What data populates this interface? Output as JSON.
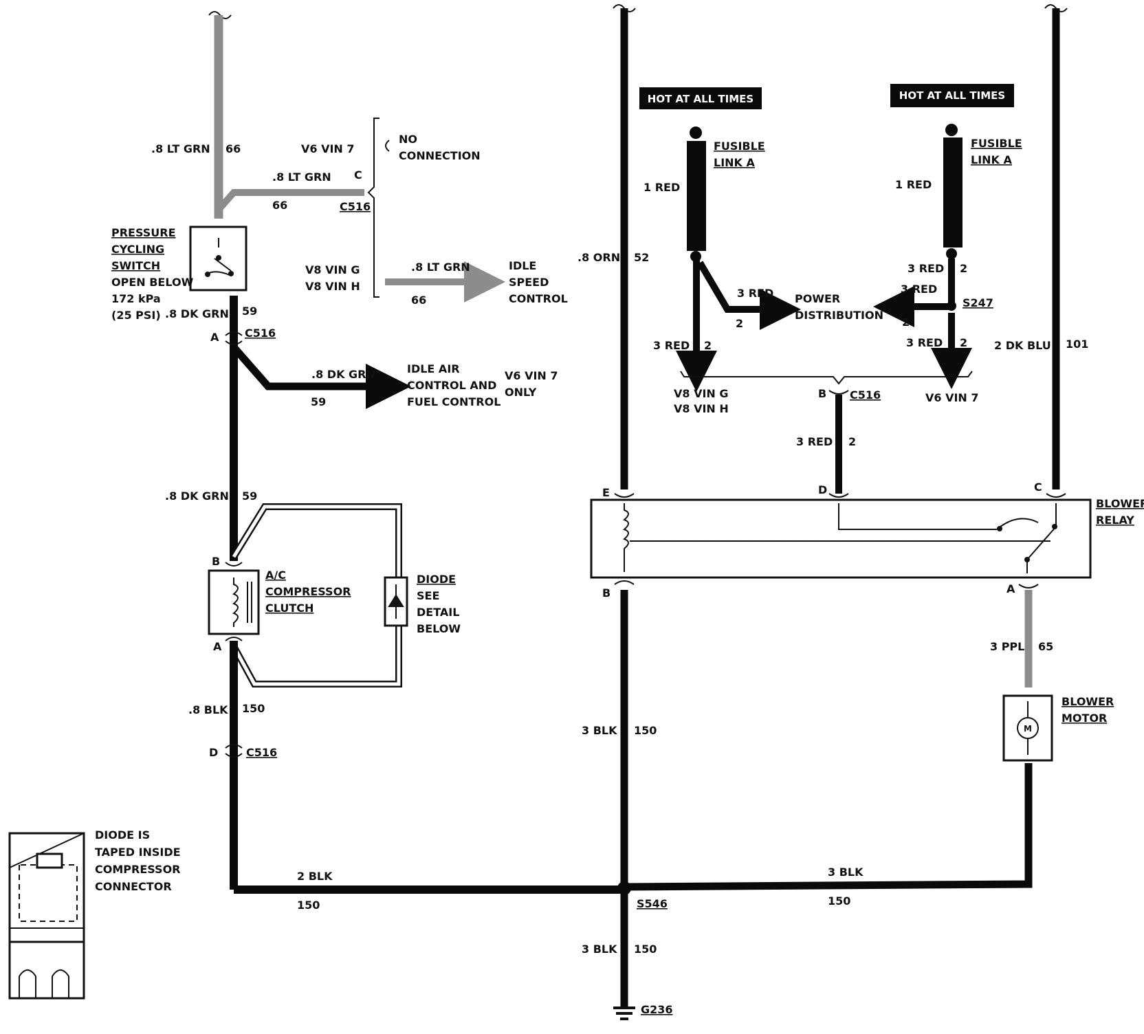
{
  "diagram": {
    "hot_tag_left": "HOT AT ALL TIMES",
    "hot_tag_right": "HOT AT ALL TIMES",
    "left": {
      "wire_top": {
        "gauge": ".8 LT GRN",
        "circuit": "66"
      },
      "v6vin7": "V6 VIN 7",
      "no_connection_1": "NO",
      "no_connection_2": "CONNECTION",
      "branch_gauge": ".8 LT GRN",
      "branch_circuit": "66",
      "pin_c": "C",
      "c516_1": "C516",
      "v8ving": "V8 VIN G",
      "v8vinh": "V8 VIN H",
      "isc_gauge": ".8 LT GRN",
      "isc_circuit": "66",
      "isc_1": "IDLE",
      "isc_2": "SPEED",
      "isc_3": "CONTROL",
      "pcs_1": "PRESSURE",
      "pcs_2": "CYCLING",
      "pcs_3": "SWITCH",
      "pcs_4": "OPEN BELOW",
      "pcs_5": "172 kPa",
      "pcs_6": "(25 PSI)",
      "dkgrn_1": ".8 DK GRN",
      "dkgrn_1_circuit": "59",
      "pin_a": "A",
      "c516_2": "C516",
      "iac_gauge": ".8 DK GRN",
      "iac_circuit": "59",
      "iac_1": "IDLE AIR",
      "iac_2": "CONTROL AND",
      "iac_3": "FUEL CONTROL",
      "iac_4": "V6 VIN 7",
      "iac_5": "ONLY",
      "dkgrn_2": ".8 DK GRN",
      "dkgrn_2_circuit": "59",
      "pin_b": "B",
      "clutch_1": "A/C",
      "clutch_2": "COMPRESSOR",
      "clutch_3": "CLUTCH",
      "pin_a2": "A",
      "diode_1": "DIODE",
      "diode_2": "SEE",
      "diode_3": "DETAIL",
      "diode_4": "BELOW",
      "blk_gauge": ".8 BLK",
      "blk_circuit": "150",
      "pin_d": "D",
      "c516_3": "C516",
      "detail_1": "DIODE IS",
      "detail_2": "TAPED INSIDE",
      "detail_3": "COMPRESSOR",
      "detail_4": "CONNECTOR",
      "bottom_gauge": "2 BLK",
      "bottom_circuit": "150"
    },
    "right": {
      "orn_gauge": ".8 ORN",
      "orn_circuit": "52",
      "fusible_left_1": "FUSIBLE",
      "fusible_left_2": "LINK A",
      "red1_left": "1 RED",
      "red3_pd_left": "3 RED",
      "pd_left_circuit": "2",
      "pd_1": "POWER",
      "pd_2": "DISTRIBUTION",
      "red3_down_left": "3 RED",
      "red3_down_left_c": "2",
      "v8_g": "V8 VIN G",
      "v8_h": "V8 VIN H",
      "pin_b_top": "B",
      "c516_r": "C516",
      "v6_r": "V6 VIN 7",
      "fusible_right_1": "FUSIBLE",
      "fusible_right_2": "LINK A",
      "red1_right": "1 RED",
      "red3_right_top": "3 RED",
      "red3_right_top_c": "2",
      "red3_right_pd": "3 RED",
      "s247": "S247",
      "red3_right_pd_c": "2",
      "red3_right_down": "3 RED",
      "red3_right_down_c": "2",
      "red3_relay": "3 RED",
      "red3_relay_c": "2",
      "dkblu": "2 DK BLU",
      "dkblu_c": "101",
      "pin_e": "E",
      "pin_d": "D",
      "pin_c": "C",
      "relay_1": "BLOWER",
      "relay_2": "RELAY",
      "pin_b": "B",
      "pin_a": "A",
      "ppl": "3 PPL",
      "ppl_c": "65",
      "motor_1": "BLOWER",
      "motor_2": "MOTOR",
      "motor_m": "M",
      "blk_left": "3 BLK",
      "blk_left_c": "150",
      "blk_right": "3 BLK",
      "blk_right_c": "150",
      "s546": "S546",
      "blk_down": "3 BLK",
      "blk_down_c": "150",
      "g236": "G236"
    }
  }
}
